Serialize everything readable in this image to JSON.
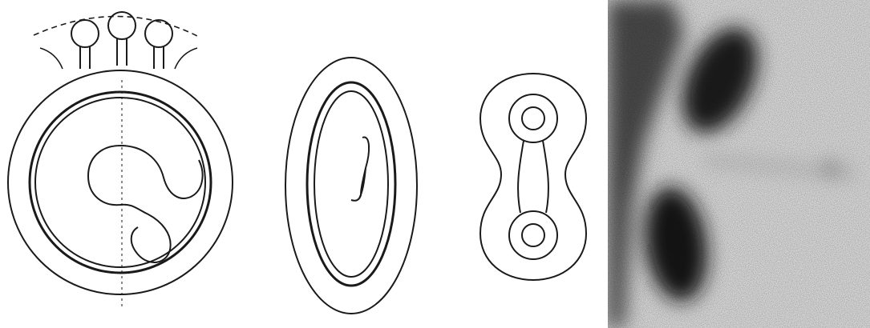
{
  "figure": {
    "panels": [
      {
        "id": "a",
        "drawing": "ring-with-surface-bulbs-and-curled-inner-loop"
      },
      {
        "id": "b",
        "drawing": "oval-with-inner-ring-and-hook"
      },
      {
        "id": "c",
        "drawing": "dumbbell-with-two-ring-ends"
      },
      {
        "id": "d",
        "drawing": "grainy-micrograph"
      }
    ],
    "colors": {
      "line": "#1a1a1a",
      "background": "#ffffff",
      "micrograph_light": "#d9d9d9",
      "micrograph_dark": "#111111"
    }
  }
}
